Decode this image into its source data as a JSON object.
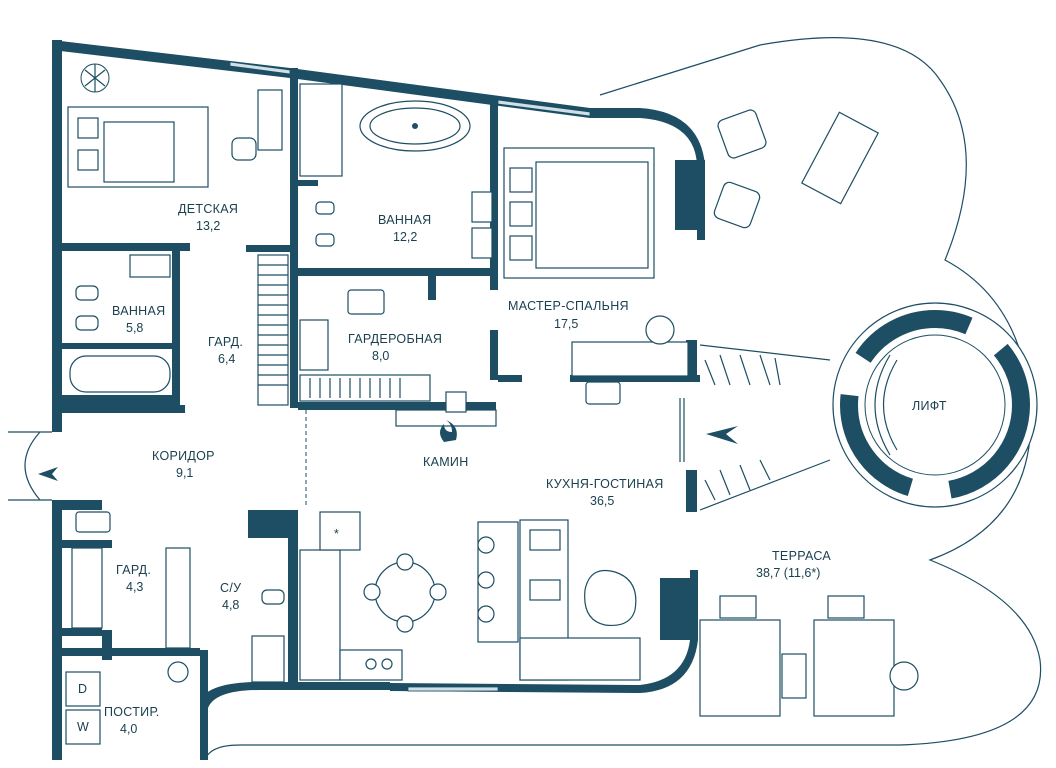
{
  "rooms": {
    "kids": {
      "name": "ДЕТСКАЯ",
      "area": "13,2"
    },
    "bath1": {
      "name": "ВАННАЯ",
      "area": "12,2"
    },
    "bath2": {
      "name": "ВАННАЯ",
      "area": "5,8"
    },
    "master": {
      "name": "МАСТЕР-СПАЛЬНЯ",
      "area": "17,5"
    },
    "wardrobe_small": {
      "name": "ГАРД.",
      "area": "6,4"
    },
    "wardrobe": {
      "name": "ГАРДЕРОБНАЯ",
      "area": "8,0"
    },
    "corridor": {
      "name": "КОРИДОР",
      "area": "9,1"
    },
    "fireplace": {
      "name": "КАМИН"
    },
    "kitchen": {
      "name": "КУХНЯ-ГОСТИНАЯ",
      "area": "36,5"
    },
    "lift": {
      "name": "ЛИФТ"
    },
    "terrace": {
      "name": "ТЕРРАСА",
      "area": "38,7 (11,6*)"
    },
    "wardrobe2": {
      "name": "ГАРД.",
      "area": "4,3"
    },
    "wc": {
      "name": "С/У",
      "area": "4,8"
    },
    "laundry": {
      "name": "ПОСТИР.",
      "area": "4,0"
    }
  },
  "laundry_labels": {
    "dryer": "D",
    "washer": "W"
  },
  "kitchen_mark": "*",
  "colors": {
    "wall": "#1d4e63",
    "text": "#1b4150",
    "glass": "#cfe0e6"
  }
}
